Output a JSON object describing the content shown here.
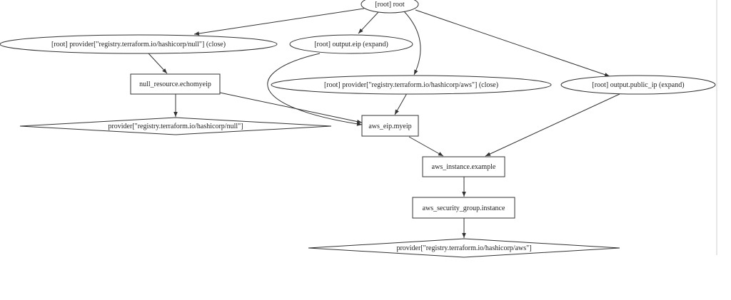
{
  "diagram": {
    "nodes": [
      {
        "id": "root",
        "label": "[root] root",
        "shape": "ellipse"
      },
      {
        "id": "provider-null-close",
        "label": "[root] provider[\"registry.terraform.io/hashicorp/null\"] (close)",
        "shape": "ellipse"
      },
      {
        "id": "output-eip",
        "label": "[root] output.eip (expand)",
        "shape": "ellipse"
      },
      {
        "id": "provider-aws-close",
        "label": "[root] provider[\"registry.terraform.io/hashicorp/aws\"] (close)",
        "shape": "ellipse"
      },
      {
        "id": "output-public-ip",
        "label": "[root] output.public_ip (expand)",
        "shape": "ellipse"
      },
      {
        "id": "null-resource",
        "label": "null_resource.echomyeip",
        "shape": "box"
      },
      {
        "id": "provider-null",
        "label": "provider[\"registry.terraform.io/hashicorp/null\"]",
        "shape": "diamond"
      },
      {
        "id": "aws-eip",
        "label": "aws_eip.myeip",
        "shape": "box"
      },
      {
        "id": "aws-instance",
        "label": "aws_instance.example",
        "shape": "box"
      },
      {
        "id": "aws-sg",
        "label": "aws_security_group.instance",
        "shape": "box"
      },
      {
        "id": "provider-aws",
        "label": "provider[\"registry.terraform.io/hashicorp/aws\"]",
        "shape": "diamond"
      }
    ],
    "edges": [
      {
        "from": "root",
        "to": "provider-null-close"
      },
      {
        "from": "root",
        "to": "output-eip"
      },
      {
        "from": "root",
        "to": "provider-aws-close"
      },
      {
        "from": "root",
        "to": "output-public-ip"
      },
      {
        "from": "provider-null-close",
        "to": "null-resource"
      },
      {
        "from": "null-resource",
        "to": "provider-null"
      },
      {
        "from": "null-resource",
        "to": "aws-eip"
      },
      {
        "from": "output-eip",
        "to": "aws-eip"
      },
      {
        "from": "provider-aws-close",
        "to": "aws-eip"
      },
      {
        "from": "aws-eip",
        "to": "aws-instance"
      },
      {
        "from": "output-public-ip",
        "to": "aws-instance"
      },
      {
        "from": "aws-instance",
        "to": "aws-sg"
      },
      {
        "from": "aws-sg",
        "to": "provider-aws"
      }
    ]
  }
}
